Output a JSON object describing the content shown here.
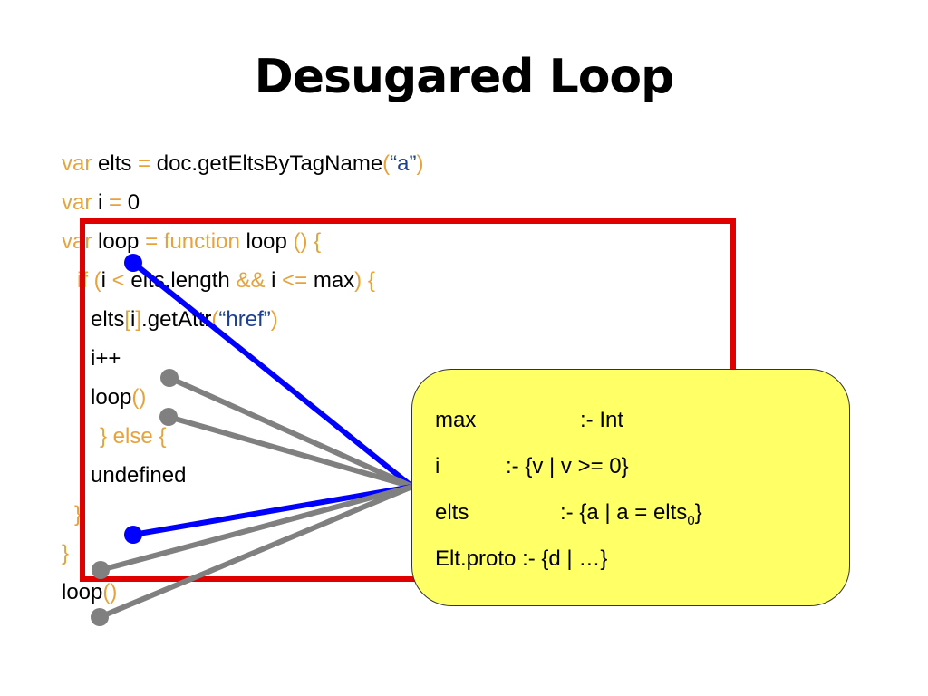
{
  "slide": {
    "title": "Desugared Loop"
  },
  "code": {
    "l1": {
      "kw1": "var",
      "id1": " elts ",
      "op": "=",
      "expr": " doc.getEltsByTagName",
      "p1": "(",
      "str": "“a”",
      "p2": ")"
    },
    "l2": {
      "kw1": "var",
      "id1": " i ",
      "op": "=",
      "val": " 0"
    },
    "l3": {
      "kw1": "var",
      "id1": " loop ",
      "op": "=",
      "kw2": " function",
      "id2": " loop ",
      "rest": "() {"
    },
    "l4": {
      "kw1": "if (",
      "cond1": "i ",
      "lt": "<",
      "cond2": " elts.length ",
      "and": "&&",
      "cond3": " i ",
      "le": "<=",
      "cond4": " max",
      "rest": ") {"
    },
    "l5": {
      "id": "elts",
      "b1": "[",
      "idx": "i",
      "b2": "]",
      "meth": ".getAttr",
      "p1": "(",
      "str": "“href”",
      "p2": ")"
    },
    "l6": {
      "text": "i++"
    },
    "l7": {
      "id": "loop",
      "parens": "()"
    },
    "l8": {
      "text": "} else {"
    },
    "l9": {
      "text": "undefined"
    },
    "l10": {
      "text": "}"
    },
    "l11": {
      "text": "}"
    },
    "l12": {
      "id": "loop",
      "parens": "()"
    }
  },
  "env": {
    "rows": [
      {
        "key": "max",
        "type": ":- Int"
      },
      {
        "key": "i",
        "type": ":- {v | v >= 0}"
      },
      {
        "key": "elts",
        "type_pre": ":- {a | a = elts",
        "sub": "0",
        "type_post": "}"
      },
      {
        "key": "Elt.proto",
        "type": ":- {d | …}"
      }
    ]
  },
  "colors": {
    "keyword": "#e8a23a",
    "string": "#1c3f94",
    "frame": "#e00000",
    "pointer_blue": "#0000ff",
    "pointer_gray": "#808080",
    "card_fill": "#ffff66"
  }
}
